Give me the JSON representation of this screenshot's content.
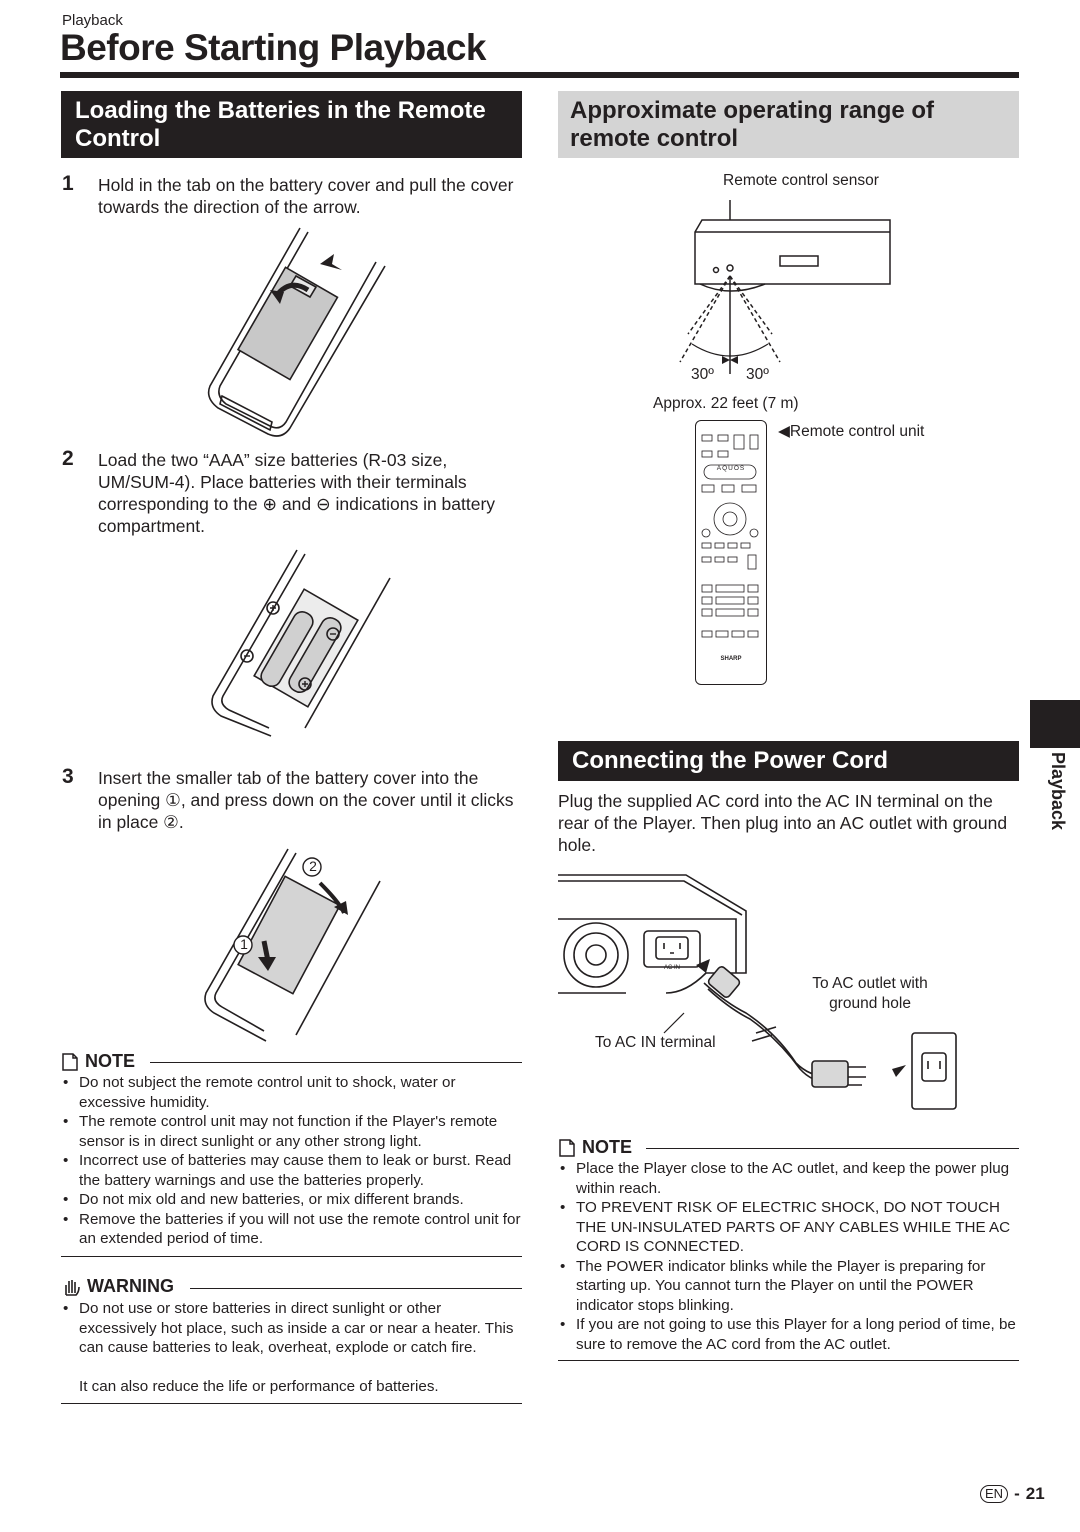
{
  "breadcrumb": "Playback",
  "page_title": "Before Starting Playback",
  "side_tab_label": "Playback",
  "left": {
    "section_title": "Loading the Batteries in the Remote Control",
    "steps": [
      {
        "num": "1",
        "text": "Hold in the tab on the battery cover and pull the cover towards the direction of the arrow."
      },
      {
        "num": "2",
        "text": "Load the two “AAA” size batteries (R-03 size, UM/SUM-4). Place batteries with their terminals corresponding to the ⊕ and ⊖ indications in battery compartment."
      },
      {
        "num": "3",
        "text": "Insert the smaller tab of the battery cover into the opening ①, and press down on the cover until it clicks in place ②."
      }
    ],
    "figure3_labels": {
      "one": "1",
      "two": "2"
    },
    "note_title": "NOTE",
    "notes": [
      "Do not subject the remote control unit to shock, water or excessive humidity.",
      "The remote control unit may not function if the Player's remote sensor is in direct sunlight or any other strong light.",
      "Incorrect use of batteries may cause them to leak or burst. Read the battery warnings and use the batteries properly.",
      "Do not mix old and new batteries, or mix different brands.",
      "Remove the batteries if you will not use the remote control unit for an extended period of time."
    ],
    "warning_title": "WARNING",
    "warnings": [
      "Do not use or store batteries in direct sunlight or other excessively hot place, such as inside a car or near a heater. This can cause batteries to leak, overheat, explode or catch fire."
    ],
    "warning_extra": "It can also reduce the life or performance of batteries."
  },
  "right": {
    "range_title": "Approximate operating range of remote control",
    "sensor_label": "Remote control sensor",
    "angle_left": "30º",
    "angle_right": "30º",
    "distance_label": "Approx. 22 feet (7 m)",
    "remote_unit_label": "◀Remote control unit",
    "remote_brand": "SHARP",
    "remote_logo": "AQUOS",
    "power_title": "Connecting the Power Cord",
    "power_text": "Plug the supplied AC cord into the AC IN terminal on the rear of the Player. Then plug into an AC outlet with ground hole.",
    "ac_outlet_label": "To AC outlet with ground hole",
    "ac_in_label": "To AC IN terminal",
    "ac_in_small": "AC IN",
    "note_title": "NOTE",
    "notes": [
      "Place the Player close to the AC outlet, and keep the power plug within reach.",
      "TO PREVENT RISK OF ELECTRIC SHOCK, DO NOT TOUCH THE UN-INSULATED PARTS OF ANY CABLES WHILE THE AC CORD IS CONNECTED.",
      "The POWER indicator blinks while the Player is preparing for starting up. You cannot turn the Player on until the POWER indicator stops blinking.",
      "If you are not going to use this Player for a long period of time, be sure to remove the AC cord from the AC outlet."
    ]
  },
  "footer": {
    "lang": "EN",
    "dash": "-",
    "page": "21"
  }
}
